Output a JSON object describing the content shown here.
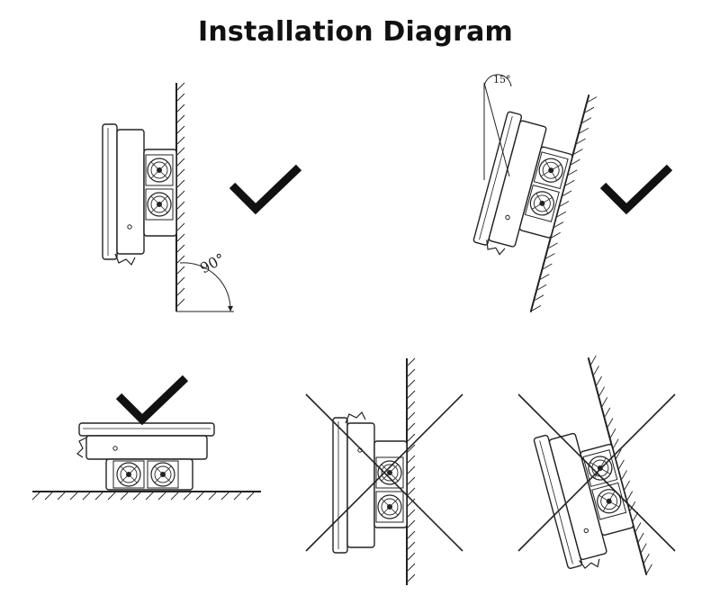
{
  "title": "Installation Diagram",
  "panels": [
    {
      "id": "vertical-wall",
      "angle_label": "90°",
      "verdict": "correct"
    },
    {
      "id": "tilted-wall",
      "angle_label": "15°",
      "verdict": "correct"
    },
    {
      "id": "horizontal-floor",
      "verdict": "correct"
    },
    {
      "id": "vertical-wall-fans-down",
      "verdict": "incorrect"
    },
    {
      "id": "tilted-wall-fans-down",
      "verdict": "incorrect"
    }
  ],
  "colors": {
    "ink": "#222222",
    "background": "#ffffff"
  }
}
